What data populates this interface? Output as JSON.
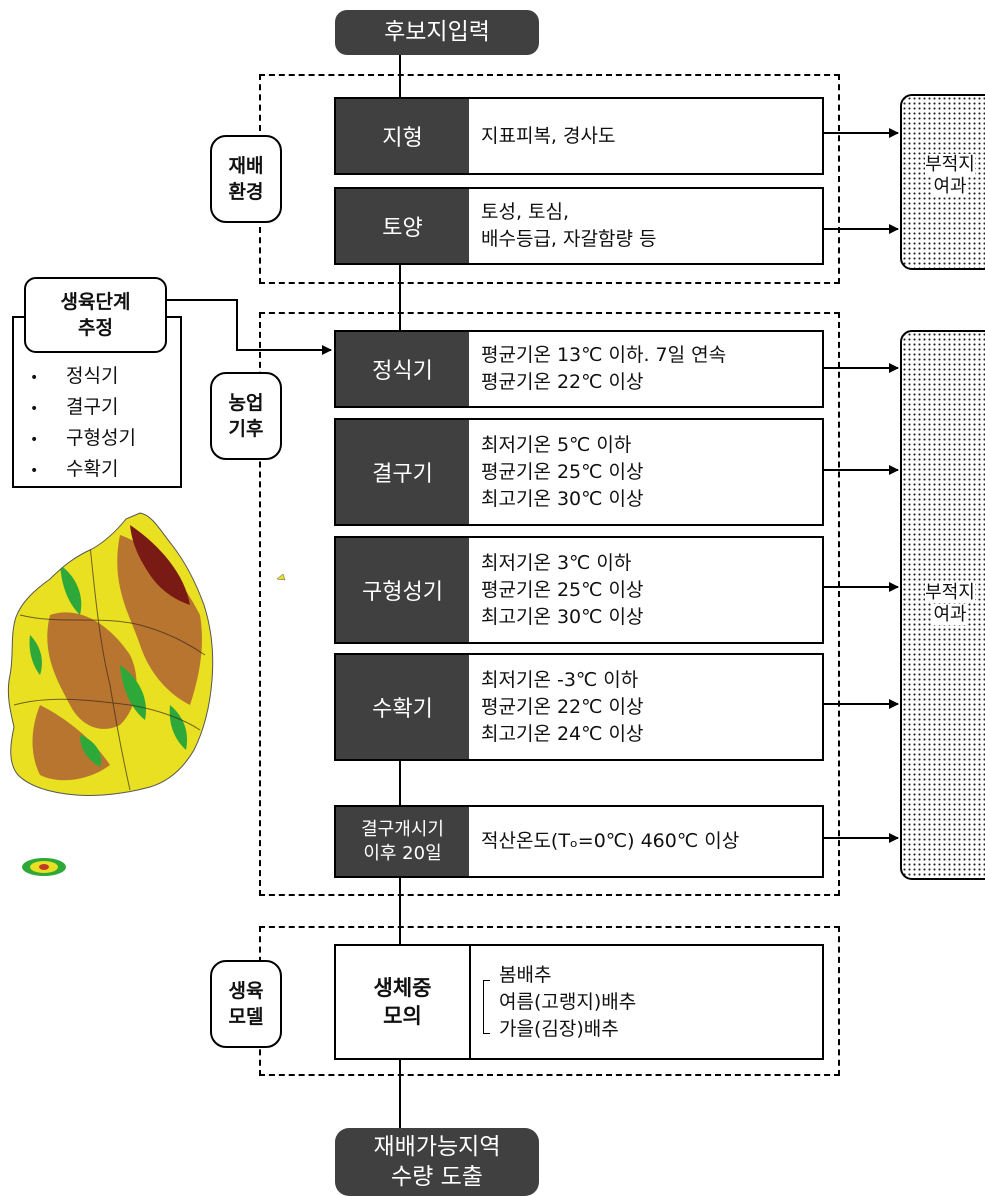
{
  "start": "후보지입력",
  "end": {
    "line1": "재배가능지역",
    "line2": "수량 도출"
  },
  "groups": {
    "env": {
      "line1": "재배",
      "line2": "환경"
    },
    "climate": {
      "line1": "농업",
      "line2": "기후"
    },
    "model": {
      "line1": "생육",
      "line2": "모델"
    }
  },
  "env_rows": [
    {
      "label": "지형",
      "lines": [
        "지표피복, 경사도"
      ]
    },
    {
      "label": "토양",
      "lines": [
        "토성, 토심,",
        "배수등급, 자갈함량 등"
      ]
    }
  ],
  "climate_rows": [
    {
      "label": "정식기",
      "lines": [
        "평균기온 13℃ 이하. 7일 연속",
        "평균기온 22℃ 이상"
      ]
    },
    {
      "label": "결구기",
      "lines": [
        "최저기온 5℃ 이하",
        "평균기온 25℃ 이상",
        "최고기온 30℃ 이상"
      ]
    },
    {
      "label": "구형성기",
      "lines": [
        "최저기온 3℃ 이하",
        "평균기온 25℃ 이상",
        "최고기온 30℃ 이상"
      ]
    },
    {
      "label": "수확기",
      "lines": [
        "최저기온 -3℃ 이하",
        "평균기온 22℃ 이상",
        "최고기온 24℃ 이상"
      ]
    },
    {
      "label_line1": "결구개시기",
      "label_line2": "이후 20일",
      "lines": [
        "적산온도(Tₒ=0℃) 460℃ 이상"
      ]
    }
  ],
  "model_row": {
    "label_line1": "생체중",
    "label_line2": "모의",
    "items": [
      "봄배추",
      "여름(고랭지)배추",
      "가을(김장)배추"
    ]
  },
  "results": {
    "top": {
      "line1": "부적지",
      "line2": "여과"
    },
    "bottom": {
      "line1": "부적지",
      "line2": "여과"
    }
  },
  "growth_stage": {
    "title_line1": "생육단계",
    "title_line2": "추정",
    "items": [
      "정식기",
      "결구기",
      "구형성기",
      "수확기"
    ]
  },
  "colors": {
    "dark_box": "#404040",
    "map_yellow": "#e8e020",
    "map_brown": "#b8752f",
    "map_green": "#2fa83a",
    "map_maroon": "#7a1a14"
  }
}
